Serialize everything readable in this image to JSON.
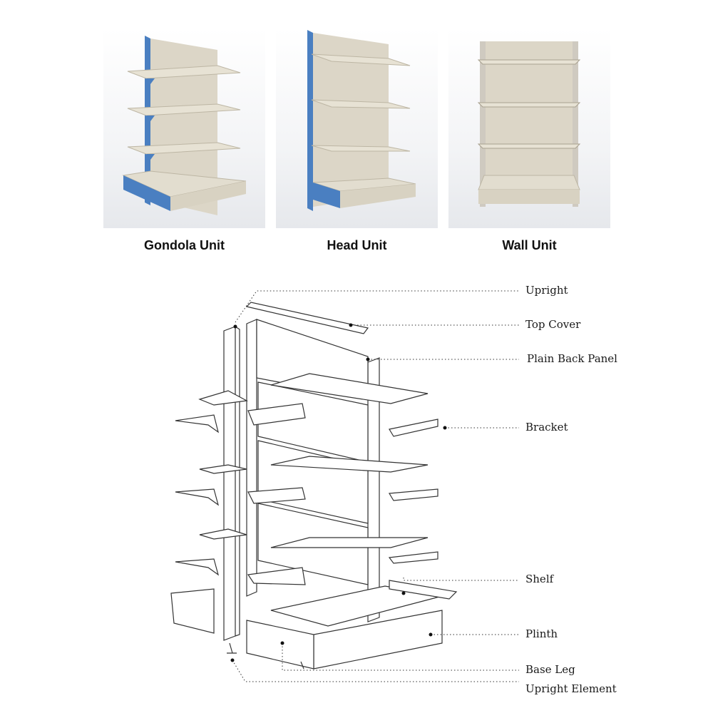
{
  "units": [
    {
      "label": "Gondola Unit",
      "kind": "gondola"
    },
    {
      "label": "Head Unit",
      "kind": "head"
    },
    {
      "label": "Wall Unit",
      "kind": "wall"
    }
  ],
  "colors": {
    "upright_blue": "#4a7fc1",
    "panel_cream": "#dcd6c7",
    "shelf_cream": "#e7e2d4",
    "wall_upright": "#cfcac0",
    "line": "#333333"
  },
  "diagram_labels": {
    "upright": "Upright",
    "top_cover": "Top Cover",
    "plain_back_panel": "Plain Back Panel",
    "bracket": "Bracket",
    "shelf": "Shelf",
    "plinth": "Plinth",
    "base_leg": "Base Leg",
    "upright_element": "Upright Element"
  }
}
